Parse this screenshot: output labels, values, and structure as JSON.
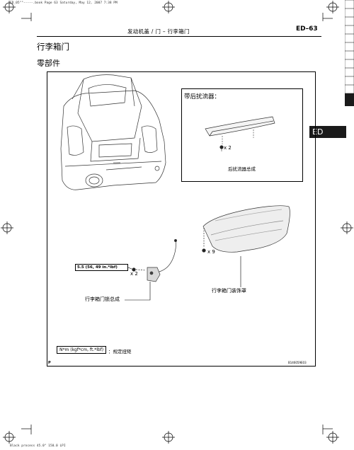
{
  "print_header": "ED_05\"\"-----.book  Page 63  Saturday, May 12, 2007  7:38 PM",
  "print_footer": "Black process 45.0°  150.0 LPI",
  "header": {
    "running_title": "发动机盖 / 门 – 行李箱门",
    "page_code": "ED–63"
  },
  "section": {
    "title": "行李箱门",
    "subtitle": "零部件"
  },
  "side_tab": "ED",
  "diagram": {
    "spoiler_box_title": "带后扰流器：",
    "spoiler_qty": "x 2",
    "spoiler_label": "后扰流器总成",
    "trim_qty": "x 9",
    "trim_label": "行李箱门装饰罩",
    "torque": "5.5 (56, 49 in.*lbf)",
    "lock_qty": "x 2",
    "lock_label": "行李箱门锁总成",
    "legend_units": "N*m (kgf*cm, ft.*lbf)",
    "legend_text": "：规定扭矩",
    "corner_mark": "P",
    "illustration_code": "B146059E03"
  },
  "icons": [
    "registration-mark-icon",
    "side-tab-strip-icon"
  ]
}
